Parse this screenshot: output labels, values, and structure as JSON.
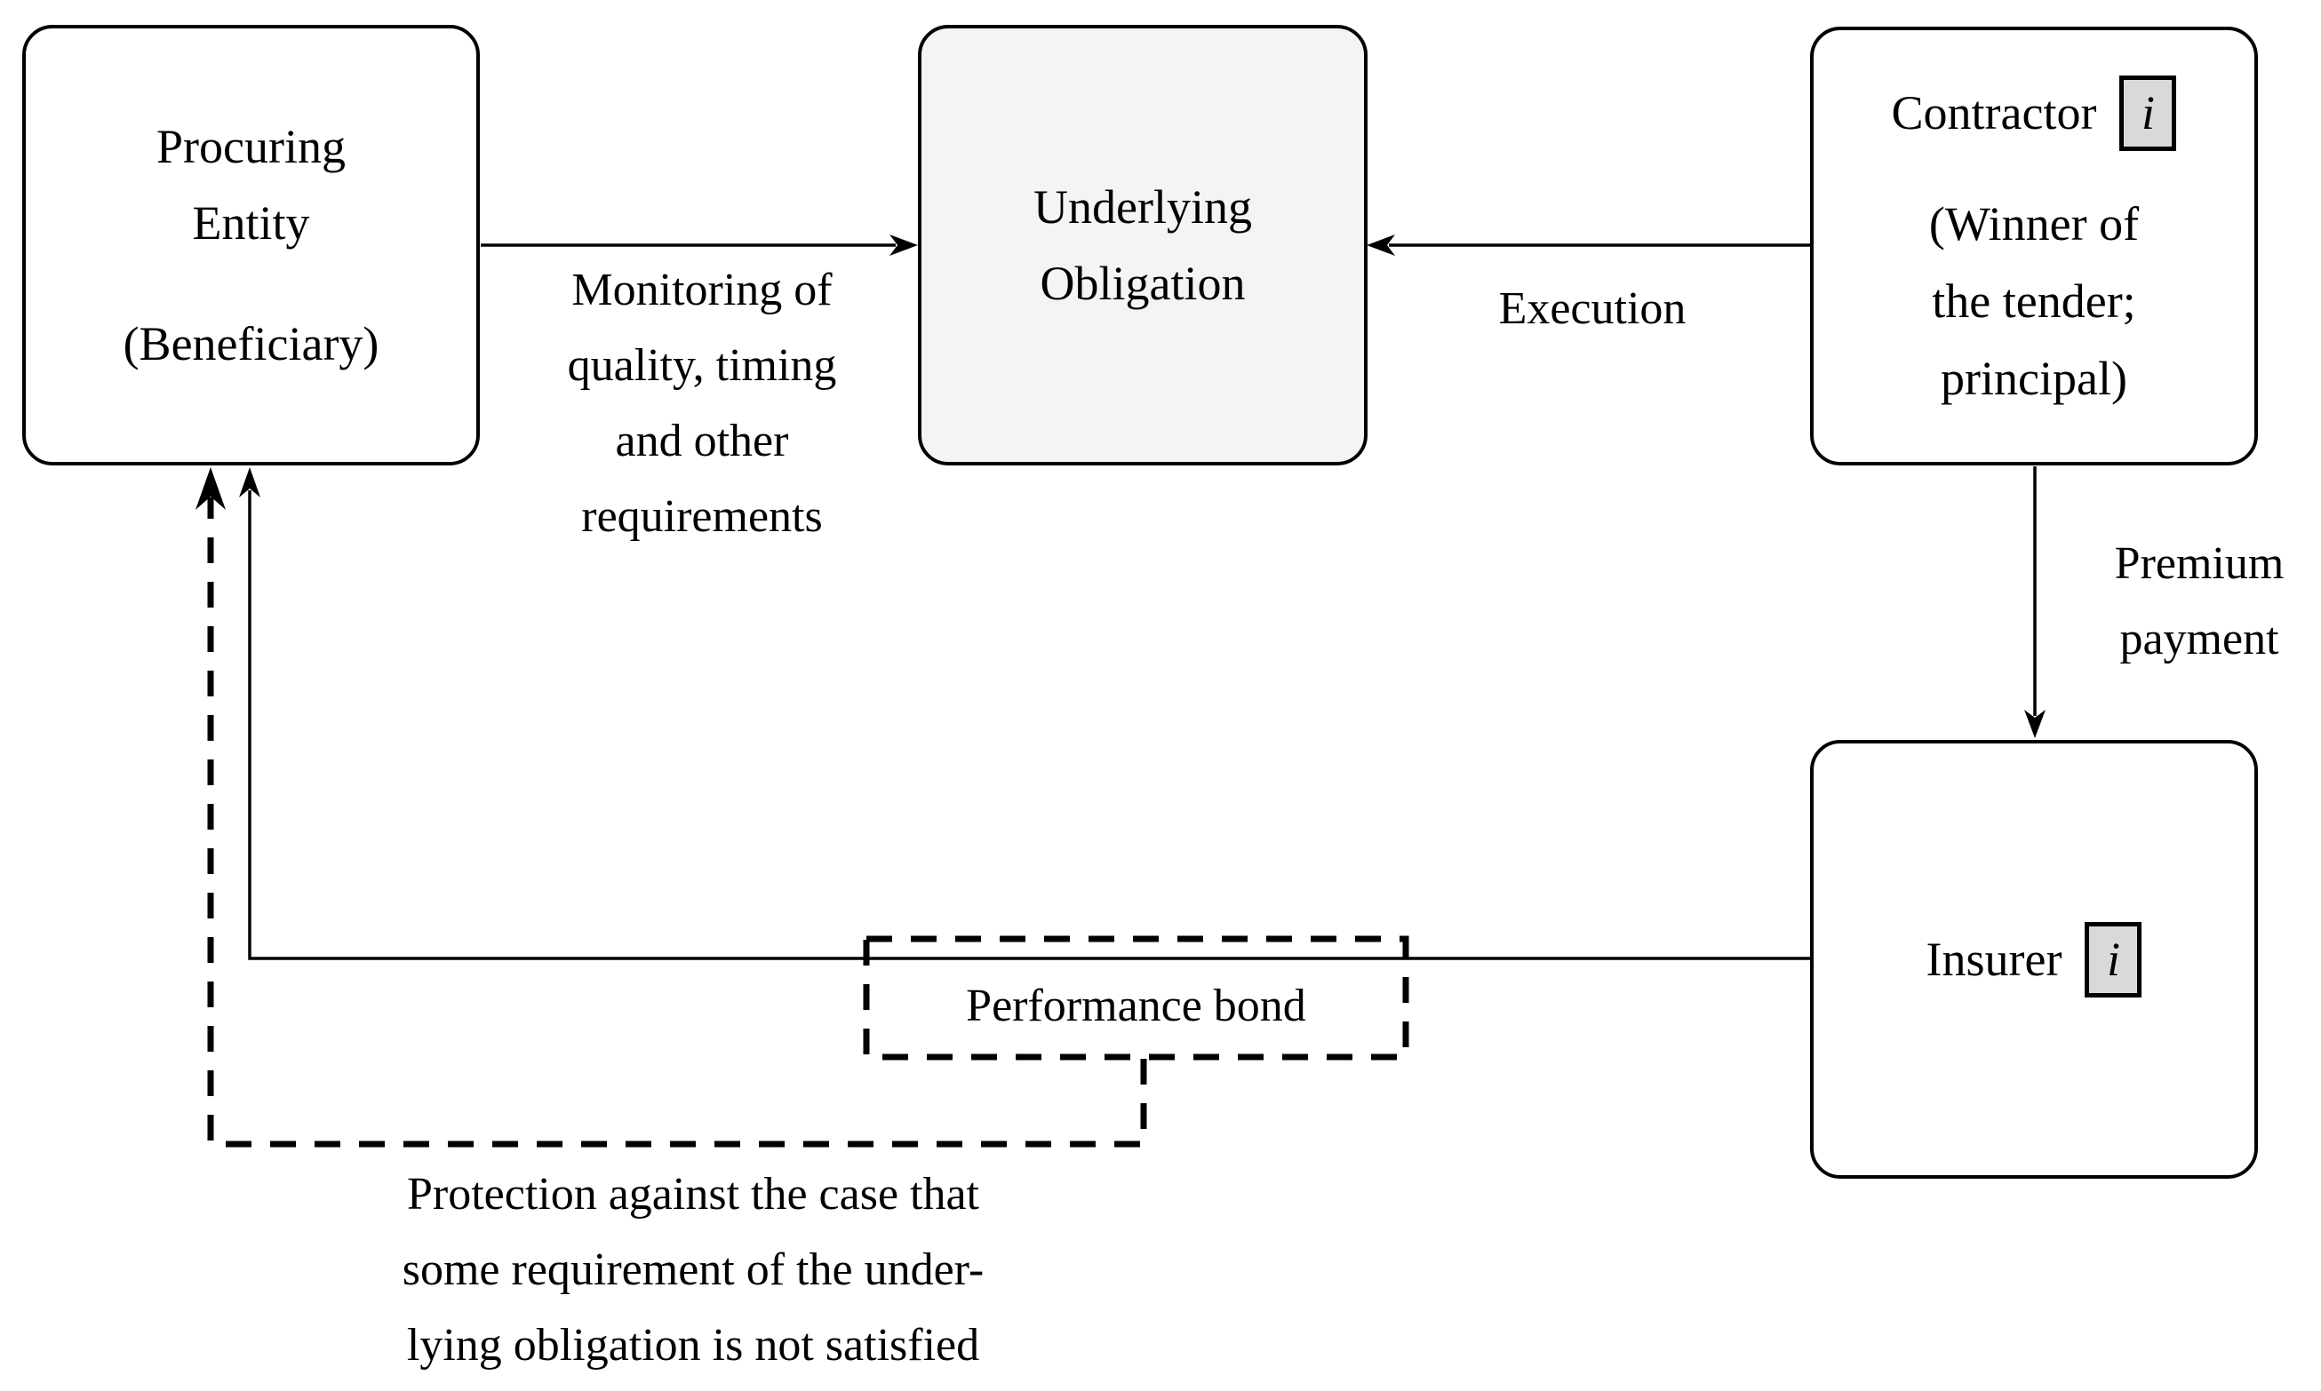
{
  "figure": {
    "type": "flow-diagram",
    "topic": "Performance bond relationships in public procurement"
  },
  "colors": {
    "stroke": "#000000",
    "background": "#ffffff",
    "node_fill": "#ffffff",
    "underlying_fill": "#f4f4f4",
    "badge_fill": "#d9d9d9"
  },
  "nodes": {
    "procuring": {
      "line1": "Procuring",
      "line2": "Entity",
      "line3": "(Beneficiary)"
    },
    "underlying": {
      "line1": "Underlying",
      "line2": "Obligation"
    },
    "contractor": {
      "title": "Contractor",
      "badge": "i",
      "line1": "(Winner of",
      "line2": "the tender;",
      "line3": "principal)"
    },
    "insurer": {
      "title": "Insurer",
      "badge": "i"
    }
  },
  "edges": {
    "monitoring": {
      "from": "procuring",
      "to": "underlying",
      "style": "solid-arrow",
      "lines": [
        "Monitoring of",
        "quality, timing",
        "and other",
        "requirements"
      ]
    },
    "execution": {
      "from": "contractor",
      "to": "underlying",
      "style": "solid-arrow",
      "label": "Execution"
    },
    "premium": {
      "from": "contractor",
      "to": "insurer",
      "style": "solid-arrow",
      "lines": [
        "Premium",
        "payment"
      ]
    },
    "performance_bond": {
      "from": "insurer",
      "to": "procuring",
      "style": "solid-arrow",
      "label": "Performance bond"
    },
    "protection": {
      "from": "performance_bond_box",
      "to": "procuring",
      "style": "dashed-arrow",
      "lines": [
        "Protection against the case that",
        "some requirement of the under-",
        "lying obligation is not satisfied"
      ]
    }
  }
}
